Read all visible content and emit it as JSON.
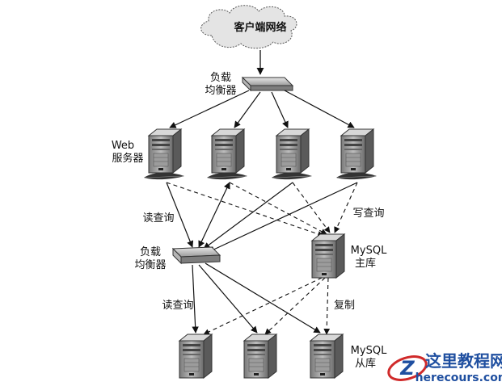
{
  "labels": {
    "cloud": "客户端网络",
    "lb_top_1": "负载",
    "lb_top_2": "均衡器",
    "web_1": "Web",
    "web_2": "服务器",
    "read_query_left": "读查询",
    "write_query": "写查询",
    "lb_mid_1": "负载",
    "lb_mid_2": "均衡器",
    "mysql_master_1": "MySQL",
    "mysql_master_2": "主库",
    "read_query_bottom": "读查询",
    "replicate": "复制",
    "mysql_slave_1": "MySQL",
    "mysql_slave_2": "从库"
  },
  "watermark": {
    "title": "这里教程网",
    "url": "herecours.com"
  },
  "colors": {
    "line": "#111111",
    "server_dark": "#4a4a4a",
    "server_mid": "#8c8c8c",
    "server_light": "#c9c9c9",
    "watermark_blue": "#1f4fa0",
    "watermark_red": "#d02a2a"
  }
}
